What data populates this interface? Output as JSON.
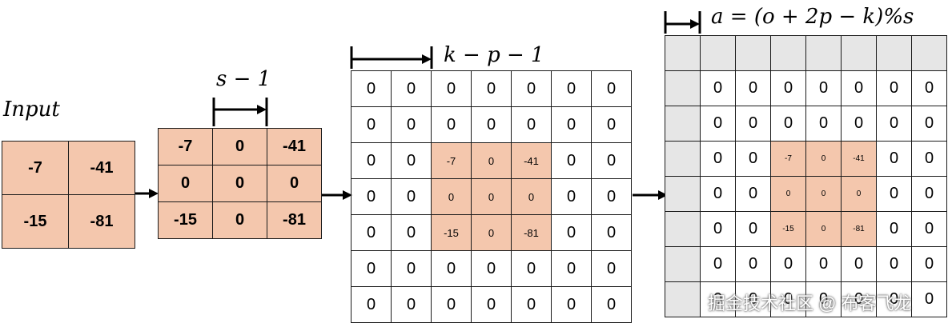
{
  "colors": {
    "highlight": "#f4c7ad",
    "pad_gray": "#e6e6e6",
    "border": "#1a1a1a",
    "white": "#ffffff"
  },
  "input": {
    "label": "Input",
    "cells": [
      [
        "-7",
        "-41"
      ],
      [
        "-15",
        "-81"
      ]
    ]
  },
  "dilated": {
    "formula": "s − 1",
    "cells": [
      [
        "-7",
        "0",
        "-41"
      ],
      [
        "0",
        "0",
        "0"
      ],
      [
        "-15",
        "0",
        "-81"
      ]
    ]
  },
  "padded": {
    "formula": "k − p − 1",
    "cells": [
      [
        "0",
        "0",
        "0",
        "0",
        "0",
        "0",
        "0"
      ],
      [
        "0",
        "0",
        "0",
        "0",
        "0",
        "0",
        "0"
      ],
      [
        "0",
        "0",
        "-7",
        "0",
        "-41",
        "0",
        "0"
      ],
      [
        "0",
        "0",
        "0",
        "0",
        "0",
        "0",
        "0"
      ],
      [
        "0",
        "0",
        "-15",
        "0",
        "-81",
        "0",
        "0"
      ],
      [
        "0",
        "0",
        "0",
        "0",
        "0",
        "0",
        "0"
      ],
      [
        "0",
        "0",
        "0",
        "0",
        "0",
        "0",
        "0"
      ]
    ]
  },
  "final": {
    "formula": "a = (o + 2p − k)%s",
    "cells": [
      [
        "",
        "",
        "",
        "",
        "",
        "",
        "",
        ""
      ],
      [
        "",
        "0",
        "0",
        "0",
        "0",
        "0",
        "0",
        "0"
      ],
      [
        "",
        "0",
        "0",
        "0",
        "0",
        "0",
        "0",
        "0"
      ],
      [
        "",
        "0",
        "0",
        "-7",
        "0",
        "-41",
        "0",
        "0"
      ],
      [
        "",
        "0",
        "0",
        "0",
        "0",
        "0",
        "0",
        "0"
      ],
      [
        "",
        "0",
        "0",
        "-15",
        "0",
        "-81",
        "0",
        "0"
      ],
      [
        "",
        "0",
        "0",
        "0",
        "0",
        "0",
        "0",
        "0"
      ],
      [
        "",
        "0",
        "0",
        "0",
        "0",
        "0",
        "0",
        "0"
      ]
    ]
  },
  "watermark": "掘金技术社区 @ 布客飞龙"
}
